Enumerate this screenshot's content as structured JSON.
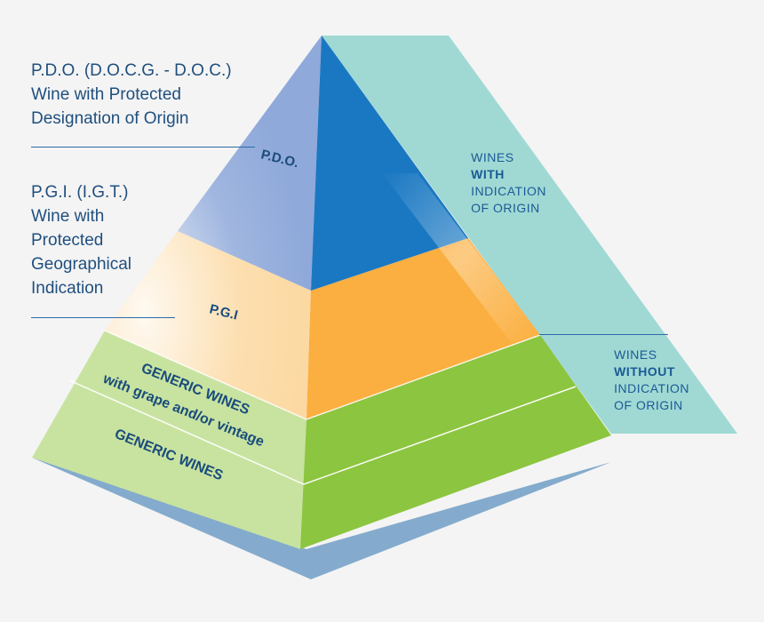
{
  "colors": {
    "background": "#f4f4f4",
    "shadow": "#84abcd",
    "band": "#a0d9d4",
    "pdo_left": "#8fa9da",
    "pdo_right": "#1a78c2",
    "pgi_left": "#fcd9a2",
    "pgi_right": "#fbaf40",
    "green_left": "#c8e3a0",
    "green_right": "#8cc53f",
    "label_text": "#1f4f7f"
  },
  "side_labels": {
    "pdo": "P.D.O. (D.O.C.G. - D.O.C.)\nWine with Protected\nDesignation of Origin",
    "pgi": "P.G.I. (I.G.T.)\nWine with\nProtected\nGeographical\nIndication"
  },
  "pyramid_levels": {
    "pdo": "P.D.O.",
    "pgi": "P.G.I",
    "generic_grape_line1": "GENERIC WINES",
    "generic_grape_line2": "with grape and/or vintage",
    "generic": "GENERIC WINES"
  },
  "band_labels": {
    "with_origin": {
      "line1": "WINES",
      "line2": "WITH",
      "line3": "INDICATION",
      "line4": "OF ORIGIN"
    },
    "without_origin": {
      "line1": "WINES",
      "line2": "WITHOUT",
      "line3": "INDICATION",
      "line4": "OF ORIGIN"
    }
  }
}
